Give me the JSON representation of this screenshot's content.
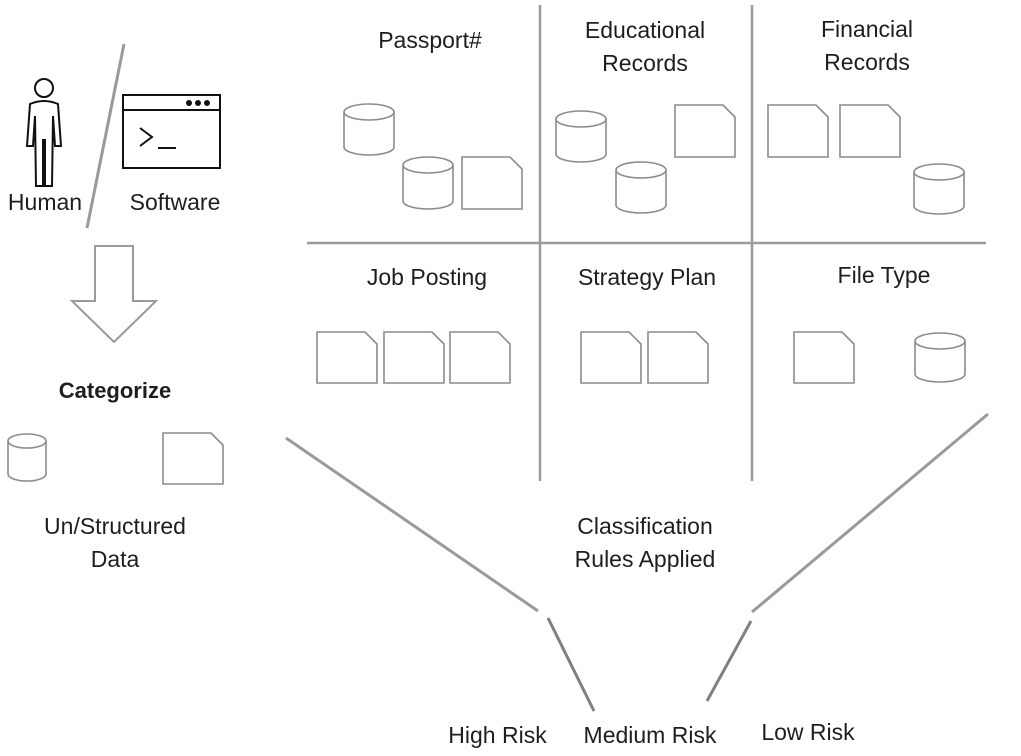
{
  "actors": {
    "human": "Human",
    "software": "Software",
    "human_icon": "person-icon",
    "software_icon": "terminal-window-icon"
  },
  "categorize": {
    "title": "Categorize",
    "data_label_line1": "Un/Structured",
    "data_label_line2": "Data"
  },
  "grid": {
    "cells": [
      {
        "title_line1": "Passport#",
        "title_line2": ""
      },
      {
        "title_line1": "Educational",
        "title_line2": "Records"
      },
      {
        "title_line1": "Financial",
        "title_line2": "Records"
      },
      {
        "title_line1": "Job Posting",
        "title_line2": ""
      },
      {
        "title_line1": "Strategy Plan",
        "title_line2": ""
      },
      {
        "title_line1": "File Type",
        "title_line2": ""
      }
    ]
  },
  "classification": {
    "line1": "Classification",
    "line2": "Rules Applied"
  },
  "risk": {
    "high": "High Risk",
    "medium": "Medium Risk",
    "low": "Low Risk"
  },
  "colors": {
    "line": "#9a9a9a",
    "icon_stroke": "#8c8c8c",
    "black": "#111111"
  }
}
